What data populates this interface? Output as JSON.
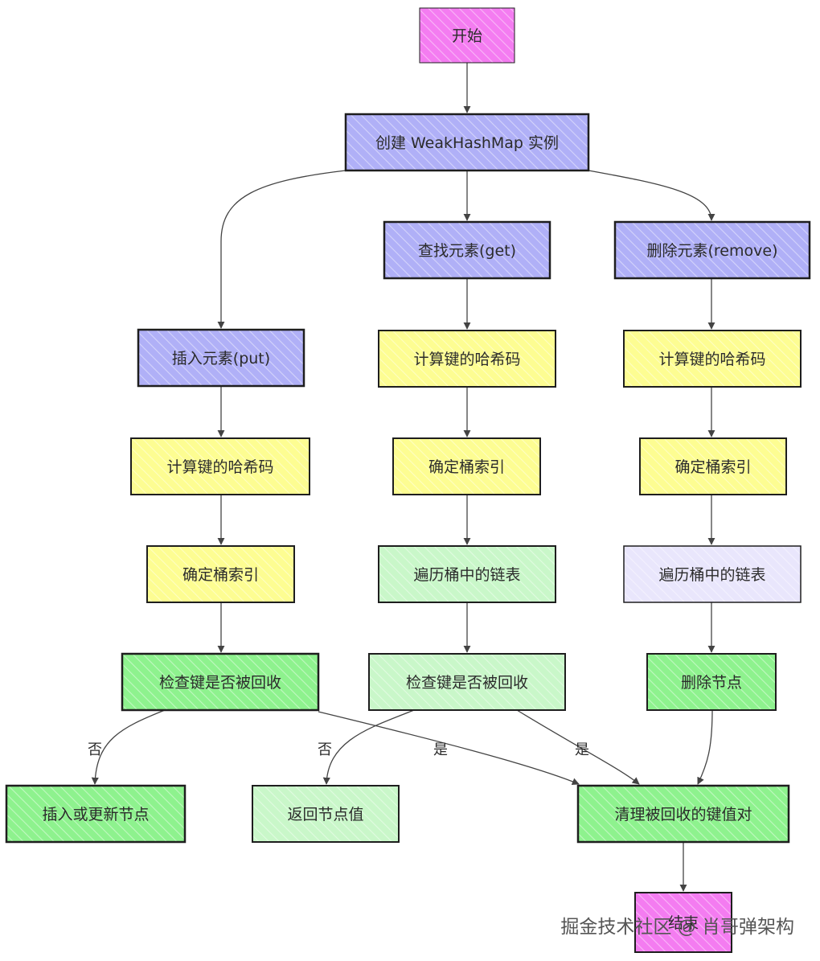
{
  "colors": {
    "pink": "#f47cf1",
    "purple": "#b0b0f7",
    "yellow": "#fdfd92",
    "lightgreen": "#c9f7c9",
    "green": "#8ef28e",
    "lavender": "#e9e6fc"
  },
  "nodes": {
    "start": "开始",
    "create": "创建 WeakHashMap 实例",
    "get": "查找元素(get)",
    "remove": "删除元素(remove)",
    "put": "插入元素(put)",
    "hash_get": "计算键的哈希码",
    "hash_remove": "计算键的哈希码",
    "hash_put": "计算键的哈希码",
    "bucket_get": "确定桶索引",
    "bucket_remove": "确定桶索引",
    "bucket_put": "确定桶索引",
    "traverse_get": "遍历桶中的链表",
    "traverse_remove": "遍历桶中的链表",
    "check_put": "检查键是否被回收",
    "check_get": "检查键是否被回收",
    "delete_node": "删除节点",
    "insert_update": "插入或更新节点",
    "return_value": "返回节点值",
    "cleanup": "清理被回收的键值对",
    "end": "结束"
  },
  "edge_labels": {
    "put_no": "否",
    "put_yes": "是",
    "get_no": "否",
    "get_yes": "是"
  },
  "watermark": "掘金技术社区 @ 肖哥弹架构"
}
